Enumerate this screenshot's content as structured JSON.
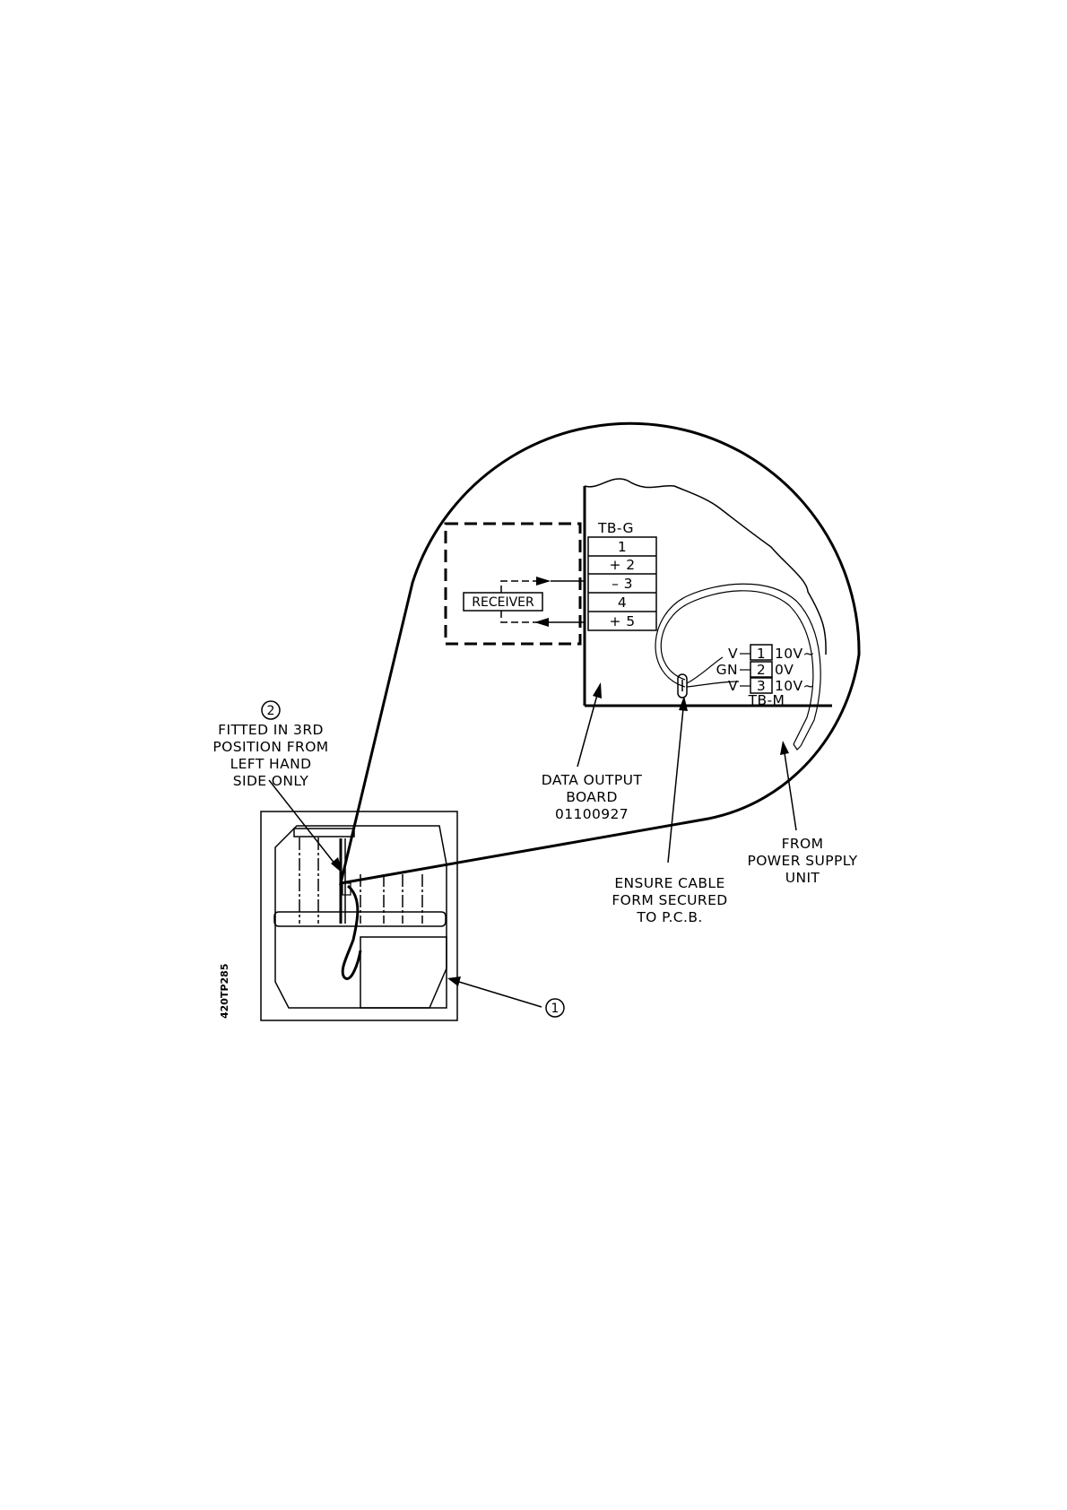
{
  "drawing_code": "420TP285",
  "callouts": {
    "item1": "1",
    "item2": "2"
  },
  "notes": {
    "item2_note": [
      "FITTED IN 3RD",
      "POSITION FROM",
      "LEFT HAND",
      "SIDE ONLY"
    ],
    "data_output_board": [
      "DATA OUTPUT",
      "BOARD",
      "01100927"
    ],
    "cable_form": [
      "ENSURE CABLE",
      "FORM SECURED",
      "TO P.C.B."
    ],
    "power_supply": [
      "FROM",
      "POWER SUPPLY",
      "UNIT"
    ]
  },
  "receiver_label": "RECEIVER",
  "tb_g": {
    "label": "TB-G",
    "rows": [
      "1",
      "+ 2",
      "– 3",
      "4",
      "+ 5"
    ]
  },
  "tb_m": {
    "label": "TB-M",
    "terminals": [
      {
        "wire": "V",
        "num": "1",
        "voltage": "10V~"
      },
      {
        "wire": "GN",
        "num": "2",
        "voltage": "0V"
      },
      {
        "wire": "V",
        "num": "3",
        "voltage": "10V~"
      }
    ]
  }
}
